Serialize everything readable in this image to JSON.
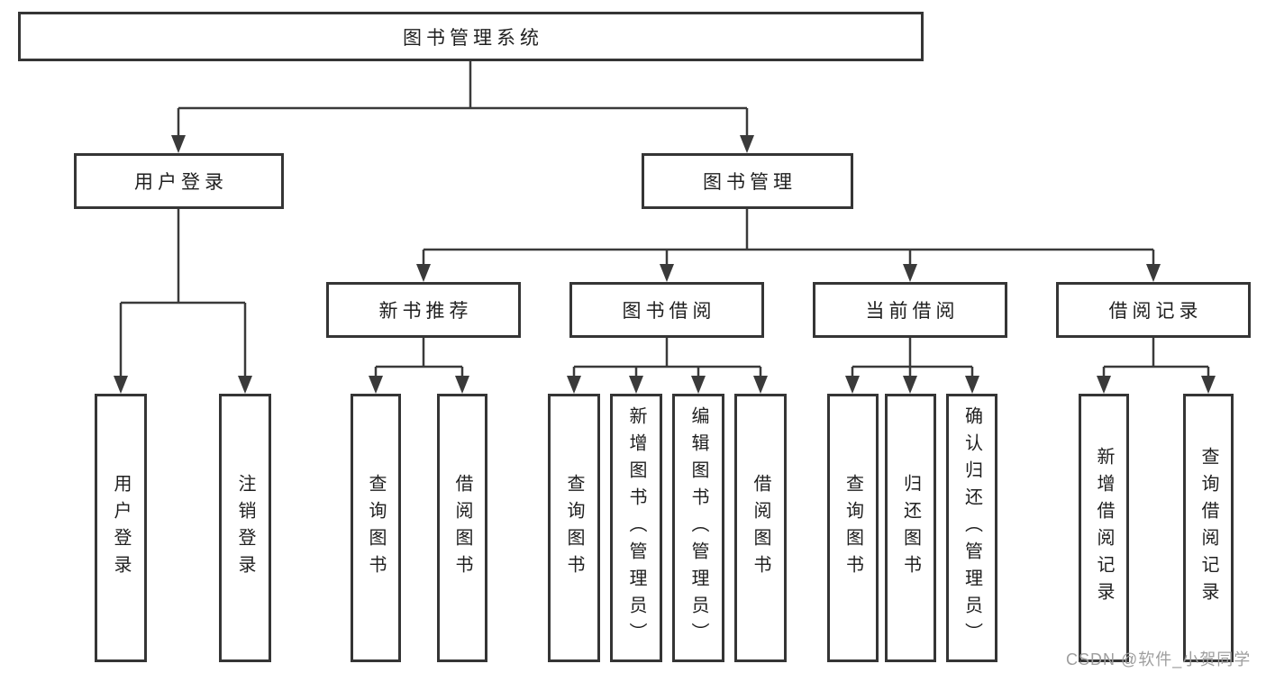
{
  "diagram": {
    "root": {
      "label": "图书管理系统"
    },
    "level2": [
      {
        "label": "用户登录"
      },
      {
        "label": "图书管理"
      }
    ],
    "level3": [
      {
        "label": "新书推荐"
      },
      {
        "label": "图书借阅"
      },
      {
        "label": "当前借阅"
      },
      {
        "label": "借阅记录"
      }
    ],
    "leaves": {
      "user_login": [
        "用户登录",
        "注销登录"
      ],
      "new_book_recommend": [
        "查询图书",
        "借阅图书"
      ],
      "book_borrow": [
        "查询图书",
        "新增图书（管理员）",
        "编辑图书（管理员）",
        "借阅图书"
      ],
      "current_borrow": [
        "查询图书",
        "归还图书",
        "确认归还（管理员）"
      ],
      "borrow_record": [
        "新增借阅记录",
        "查询借阅记录"
      ]
    }
  },
  "watermark": {
    "text": "CSDN @软件_小贺同学",
    "color": "#9e9e9e"
  },
  "colors": {
    "line": "#3a3a3a",
    "border": "#353535",
    "text": "#1f1f1f",
    "background": "#ffffff"
  }
}
